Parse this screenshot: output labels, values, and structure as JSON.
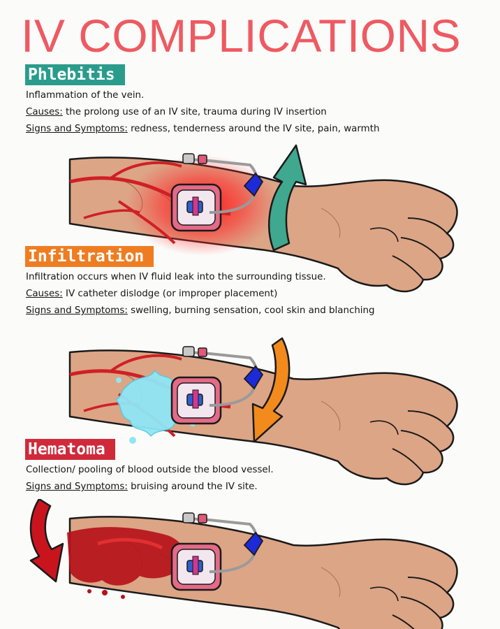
{
  "title": "IV COMPLICATIONS",
  "sections": [
    {
      "name": "Phlebitis",
      "color": "#2a9c8b",
      "definition": "Inflammation of the vein.",
      "causes_label": "Causes:",
      "causes_text": " the prolong use of an IV site, trauma during IV insertion",
      "signs_label": "Signs and Symptoms:",
      "signs_text": " redness, tenderness around the IV site, pain, warmth"
    },
    {
      "name": "Infiltration",
      "color": "#ee7d22",
      "definition": "Infiltration occurs when IV fluid leak into the surrounding tissue.",
      "causes_label": "Causes:",
      "causes_text": " IV catheter dislodge (or improper placement)",
      "signs_label": "Signs and Symptoms:",
      "signs_text": " swelling, burning sensation, cool skin and blanching"
    },
    {
      "name": "Hematoma",
      "color": "#d02a3a",
      "definition": "Collection/ pooling of blood outside the blood vessel.",
      "signs_label": "Signs and Symptoms:",
      "signs_text": " bruising around the IV site."
    }
  ],
  "colors": {
    "title": "#ee5a62",
    "skin": "#dca586",
    "outline": "#1a1a1a",
    "vein": "#cf2025",
    "dressing": "#e46a88",
    "catheter": "#2f5fd0",
    "clamp": "#1d2ad8",
    "phlebitis_glow": "#ff1a1a",
    "infiltration_fluid": "#8fe6f5",
    "hematoma_blood": "#b5121b",
    "arrow_teal": "#3fa88f",
    "arrow_orange": "#f28a1c",
    "arrow_red": "#c9141e"
  },
  "icons": [
    "forearm-illustration",
    "iv-catheter-icon",
    "tubing-clamp-icon",
    "direction-arrow-icon"
  ]
}
